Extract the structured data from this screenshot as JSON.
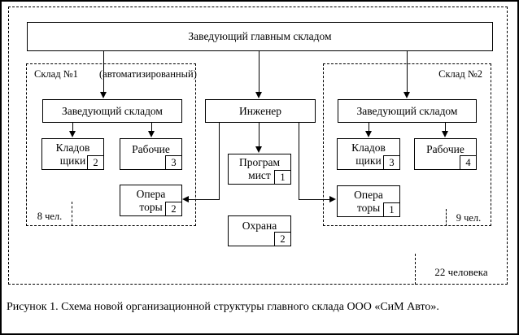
{
  "colors": {
    "ink": "#000000",
    "paper": "#ffffff"
  },
  "root": {
    "title": "Заведующий главным складом"
  },
  "warehouse1": {
    "name": "Склад №1",
    "note": "(автоматизированный)",
    "manager": "Заведующий складом",
    "storekeepers": {
      "line1": "Кладов",
      "line2": "щики",
      "count": "2"
    },
    "workers": {
      "label": "Рабочие",
      "count": "3"
    },
    "operators": {
      "line1": "Опера",
      "line2": "торы",
      "count": "2"
    },
    "headcount": "8 чел."
  },
  "central": {
    "engineer": "Инженер",
    "programmer": {
      "line1": "Програм",
      "line2": "мист",
      "count": "1"
    },
    "security": {
      "label": "Охрана",
      "count": "2"
    }
  },
  "warehouse2": {
    "name": "Склад №2",
    "manager": "Заведующий складом",
    "storekeepers": {
      "line1": "Кладов",
      "line2": "щики",
      "count": "3"
    },
    "workers": {
      "label": "Рабочие",
      "count": "4"
    },
    "operators": {
      "line1": "Опера",
      "line2": "торы",
      "count": "1"
    },
    "headcount": "9 чел."
  },
  "total": "22 человека",
  "caption": "Рисунок 1. Схема новой организационной структуры главного склада ООО «СиМ Авто»."
}
